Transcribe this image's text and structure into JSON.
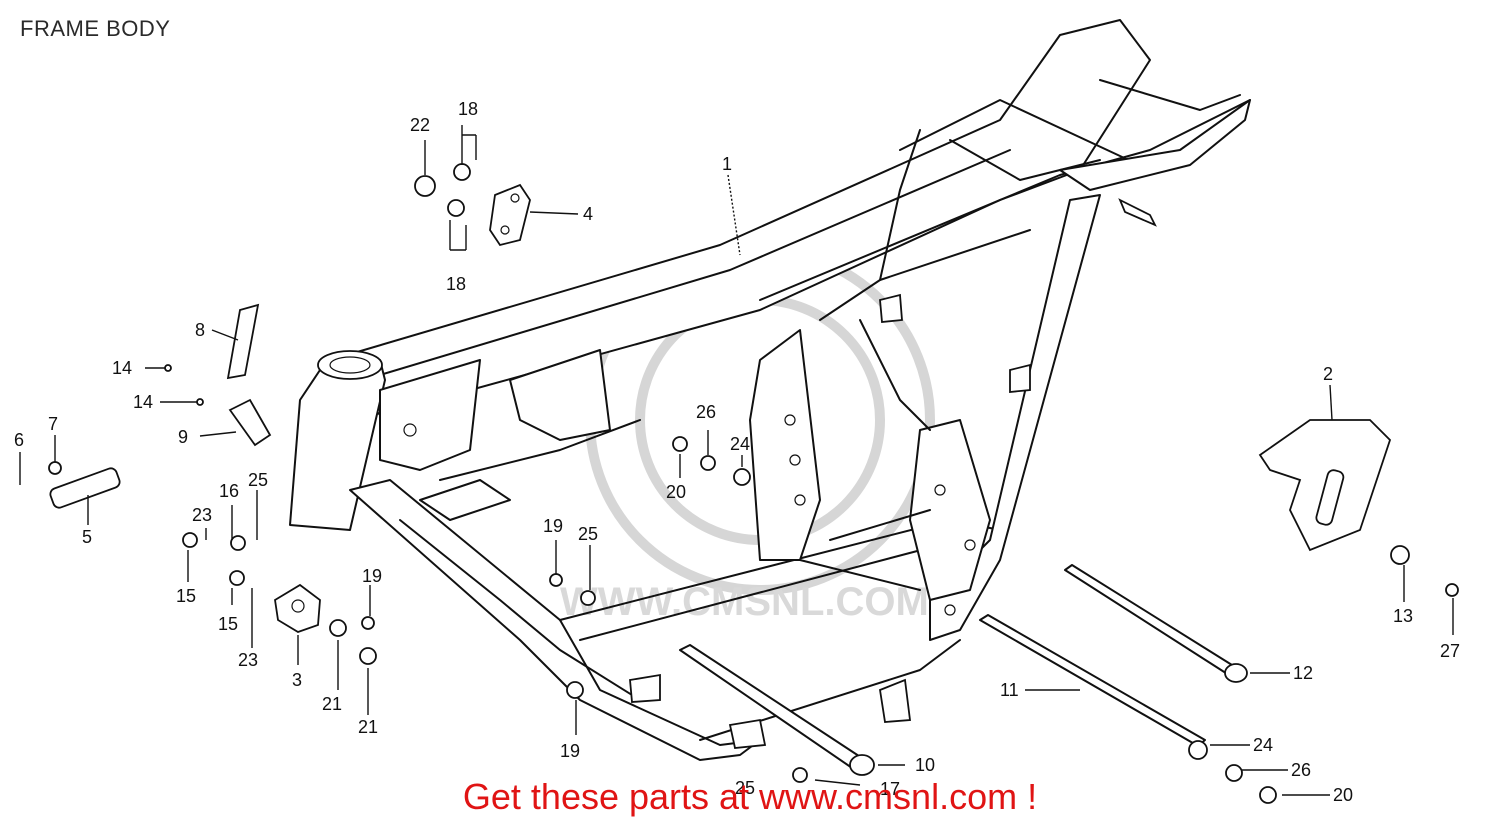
{
  "title": "FRAME BODY",
  "watermark": "WWW.CMSNL.COM",
  "cta": "Get these parts at www.cmsnl.com !",
  "colors": {
    "cta": "#e01414",
    "line": "#111111",
    "watermark": "#d6d6d6"
  },
  "callouts": [
    {
      "id": "1",
      "label": "1"
    },
    {
      "id": "2",
      "label": "2"
    },
    {
      "id": "3",
      "label": "3"
    },
    {
      "id": "4",
      "label": "4"
    },
    {
      "id": "5",
      "label": "5"
    },
    {
      "id": "6",
      "label": "6"
    },
    {
      "id": "7",
      "label": "7"
    },
    {
      "id": "8",
      "label": "8"
    },
    {
      "id": "9",
      "label": "9"
    },
    {
      "id": "10",
      "label": "10"
    },
    {
      "id": "11",
      "label": "11"
    },
    {
      "id": "12",
      "label": "12"
    },
    {
      "id": "13",
      "label": "13"
    },
    {
      "id": "14a",
      "label": "14"
    },
    {
      "id": "14b",
      "label": "14"
    },
    {
      "id": "15a",
      "label": "15"
    },
    {
      "id": "15b",
      "label": "15"
    },
    {
      "id": "16",
      "label": "16"
    },
    {
      "id": "17",
      "label": "17"
    },
    {
      "id": "18a",
      "label": "18"
    },
    {
      "id": "18b",
      "label": "18"
    },
    {
      "id": "19a",
      "label": "19"
    },
    {
      "id": "19b",
      "label": "19"
    },
    {
      "id": "19c",
      "label": "19"
    },
    {
      "id": "20a",
      "label": "20"
    },
    {
      "id": "20b",
      "label": "20"
    },
    {
      "id": "21a",
      "label": "21"
    },
    {
      "id": "21b",
      "label": "21"
    },
    {
      "id": "22",
      "label": "22"
    },
    {
      "id": "23a",
      "label": "23"
    },
    {
      "id": "23b",
      "label": "23"
    },
    {
      "id": "24a",
      "label": "24"
    },
    {
      "id": "24b",
      "label": "24"
    },
    {
      "id": "25a",
      "label": "25"
    },
    {
      "id": "25b",
      "label": "25"
    },
    {
      "id": "25c",
      "label": "25"
    },
    {
      "id": "26a",
      "label": "26"
    },
    {
      "id": "26b",
      "label": "26"
    },
    {
      "id": "27",
      "label": "27"
    }
  ]
}
